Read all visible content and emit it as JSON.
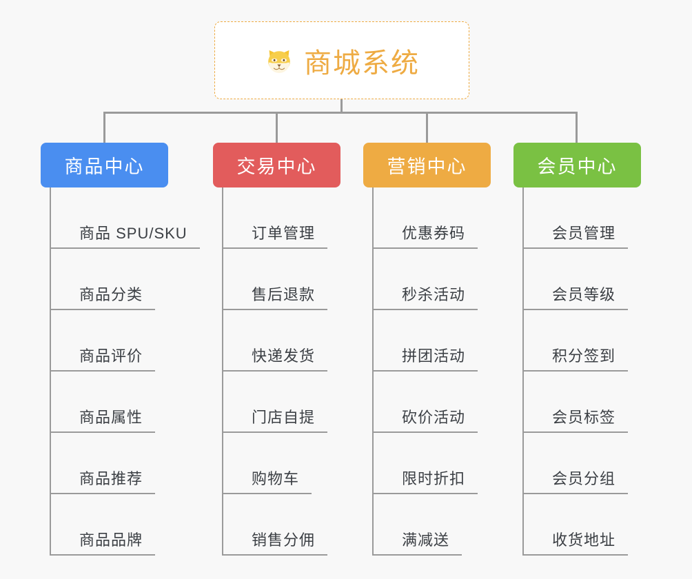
{
  "background_color": "#f8f8f8",
  "line_color": "#9a9a9a",
  "root": {
    "title": "商城系统",
    "emoji_name": "shiba-inu-dog-face",
    "text_color": "#eeab43",
    "border_color": "#eeab43",
    "background_color": "#ffffff"
  },
  "columns": [
    {
      "title": "商品中心",
      "color": "#4a8ef0",
      "items": [
        "商品 SPU/SKU",
        "商品分类",
        "商品评价",
        "商品属性",
        "商品推荐",
        "商品品牌"
      ]
    },
    {
      "title": "交易中心",
      "color": "#e25c5c",
      "items": [
        "订单管理",
        "售后退款",
        "快递发货",
        "门店自提",
        "购物车",
        "销售分佣"
      ]
    },
    {
      "title": "营销中心",
      "color": "#eeab43",
      "items": [
        "优惠券码",
        "秒杀活动",
        "拼团活动",
        "砍价活动",
        "限时折扣",
        "满减送"
      ]
    },
    {
      "title": "会员中心",
      "color": "#7ac143",
      "items": [
        "会员管理",
        "会员等级",
        "积分签到",
        "会员标签",
        "会员分组",
        "收货地址"
      ]
    }
  ]
}
